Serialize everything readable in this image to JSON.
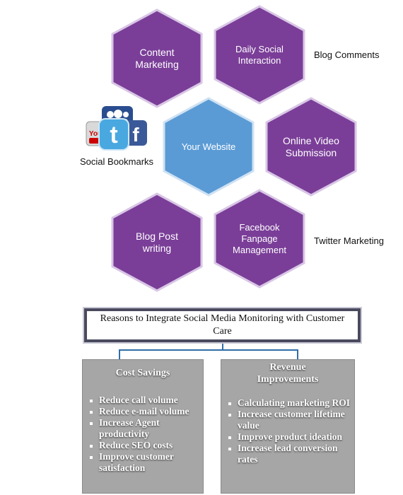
{
  "hexagons": {
    "content_marketing": "Content\nMarketing",
    "daily_social": "Daily Social\nInteraction",
    "your_website": "Your Website",
    "online_video": "Online Video\nSubmission",
    "blog_post": "Blog Post\nwriting",
    "facebook": "Facebook\nFanpage\nManagement"
  },
  "side_labels": {
    "blog_comments": "Blog Comments",
    "social_bookmarks": "Social Bookmarks",
    "twitter_marketing": "Twitter Marketing"
  },
  "icons": [
    "youtube-icon",
    "twitter-icon",
    "facebook-icon",
    "myspace-icon"
  ],
  "colors": {
    "hex_purple": "#7a3e98",
    "hex_blue": "#5b9bd5",
    "panel_gray": "#a6a6a6",
    "title_box": "#4a4a5e",
    "connector": "#2e6ea8"
  },
  "reasons_title": "Reasons to Integrate Social Media Monitoring with Customer Care",
  "cost_savings": {
    "heading": "Cost Savings",
    "items": [
      "Reduce call volume",
      "Reduce e-mail volume",
      "Increase Agent productivity",
      "Reduce SEO costs",
      "Improve customer satisfaction"
    ]
  },
  "revenue": {
    "heading": "Revenue Improvements",
    "items": [
      "Calculating marketing ROI",
      "Increase customer lifetime value",
      "Improve product ideation",
      "Increase lead conversion rates"
    ]
  }
}
